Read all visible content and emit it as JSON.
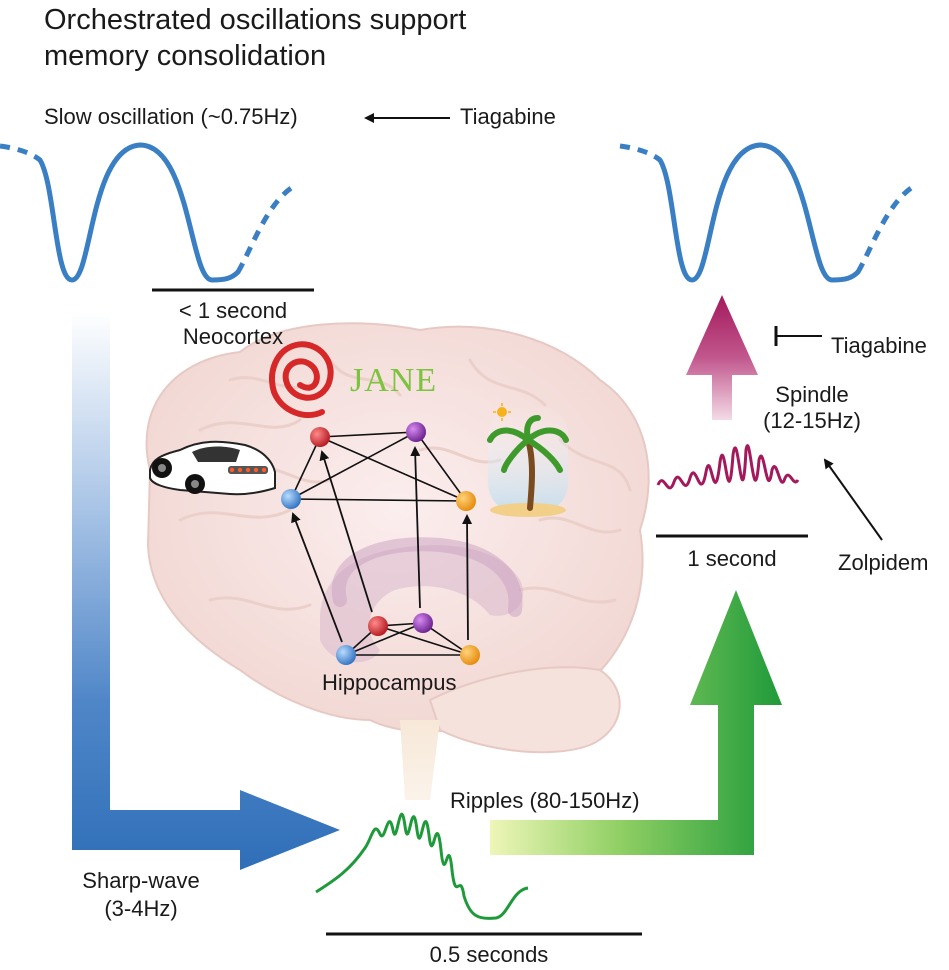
{
  "title": {
    "line1": "Orchestrated oscillations support",
    "line2": "memory consolidation"
  },
  "labels": {
    "slow_oscillation": "Slow oscillation (~0.75Hz)",
    "tiagabine_top": "Tiagabine",
    "less_than_1_second": "< 1 second",
    "neocortex": "Neocortex",
    "tiagabine_right": "Tiagabine",
    "spindle_line1": "Spindle",
    "spindle_line2": "(12-15Hz)",
    "one_second": "1 second",
    "zolpidem": "Zolpidem",
    "hippocampus": "Hippocampus",
    "ripples": "Ripples (80-150Hz)",
    "sharp_wave_line1": "Sharp-wave",
    "sharp_wave_line2": "(3-4Hz)",
    "half_second": "0.5 seconds",
    "jane": "JANE"
  },
  "colors": {
    "slow_wave": "#3a7fc4",
    "spindle": "#a3195b",
    "ripple": "#1f9a3a",
    "blue_arrow": "#2f6fb8",
    "green_arrow": "#1f9a3a",
    "magenta_arrow": "#a3195b",
    "brain_fill": "#f7e3e0",
    "node_red": "#c0272d",
    "node_purple": "#7b2a9e",
    "node_blue": "#4a8fd6",
    "node_orange": "#f29a1a",
    "jane_text": "#7cc43e",
    "swirl": "#d62828"
  },
  "icons": [
    "car-icon",
    "swirl-icon",
    "palm-tree-icon",
    "sun-icon"
  ]
}
